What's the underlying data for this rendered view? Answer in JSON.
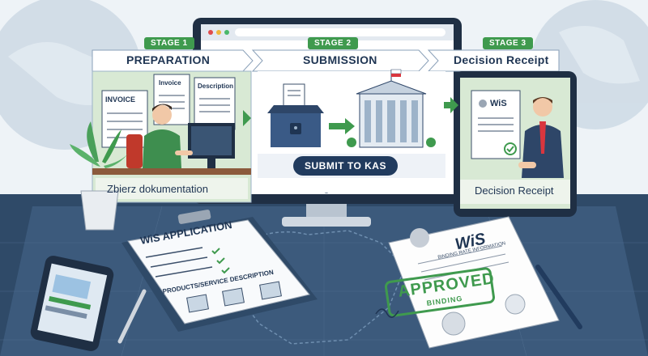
{
  "stages": [
    {
      "tag": "STAGE 1",
      "title": "PREPARATION",
      "caption": "Zbierz dokumentation"
    },
    {
      "tag": "STAGE 2",
      "title": "SUBMISSION",
      "button": "SUBMIT TO KAS"
    },
    {
      "tag": "STAGE 3",
      "title": "Decision Receipt",
      "caption": "Decision Receipt"
    }
  ],
  "docs": {
    "invoice_large": "INVOICE",
    "invoice_small": "Invoice",
    "description": "Description"
  },
  "tablet_doc_title": "WiS",
  "application": {
    "title": "WiS APPLICATION",
    "section": "PRODUCTS/SERVICE DESCRIPTION"
  },
  "certificate": {
    "title": "WiS",
    "subtitle": "BINDING RATE INFORMATION",
    "stamp_main": "APPROVED",
    "stamp_sub": "BINDING"
  },
  "colors": {
    "accent": "#3f9a4e",
    "navy": "#213b5e",
    "map": "#34506e"
  }
}
